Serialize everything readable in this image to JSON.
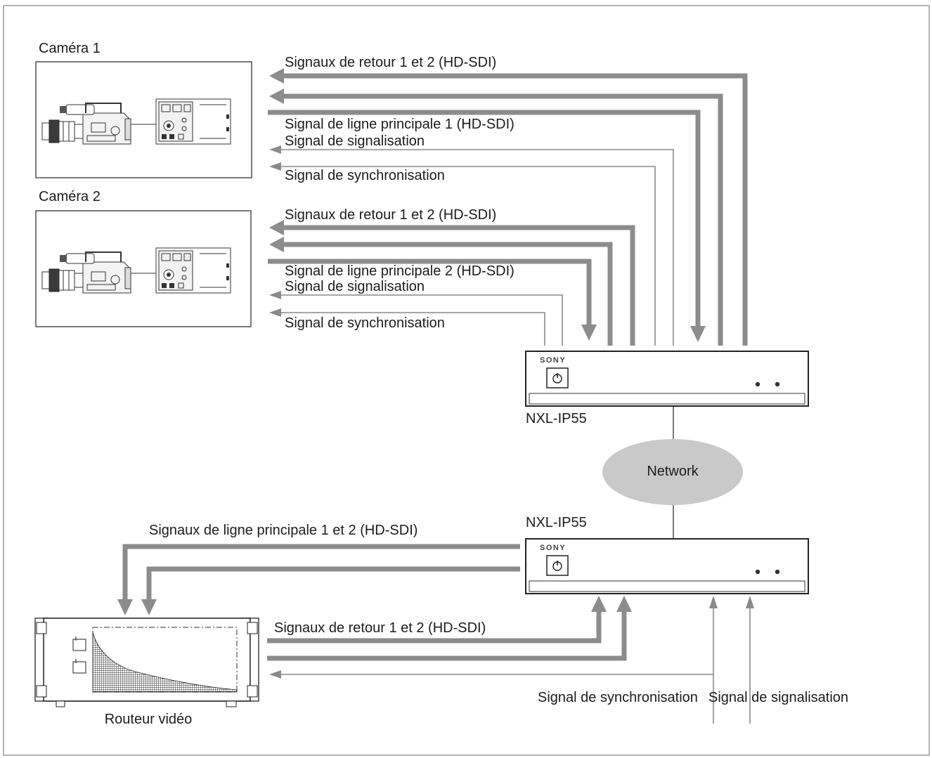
{
  "cameras": [
    {
      "label": "Caméra 1"
    },
    {
      "label": "Caméra 2"
    }
  ],
  "camera1_signals": {
    "return": "Signaux de retour 1 et 2 (HD-SDI)",
    "main_line": "Signal de ligne principale 1 (HD-SDI)",
    "tally": "Signal de signalisation",
    "sync": "Signal de synchronisation"
  },
  "camera2_signals": {
    "return": "Signaux de retour 1 et 2 (HD-SDI)",
    "main_line": "Signal de ligne principale 2 (HD-SDI)",
    "tally": "Signal de signalisation",
    "sync": "Signal de synchronisation"
  },
  "devices": {
    "upper": {
      "model": "NXL-IP55",
      "logo": "SONY"
    },
    "lower": {
      "model": "NXL-IP55",
      "logo": "SONY"
    }
  },
  "network": {
    "label": "Network"
  },
  "router": {
    "label": "Routeur vidéo",
    "main_lines": "Signaux de ligne principale 1 et 2 (HD-SDI)",
    "return": "Signaux de retour 1 et 2 (HD-SDI)"
  },
  "inputs": {
    "sync": "Signal de synchronisation",
    "tally": "Signal de signalisation"
  },
  "colors": {
    "arrow": "#8c8c8c",
    "thin": "#8a8a8a",
    "network_fill": "#c9c9c9",
    "text": "#1c1c1c",
    "frame": "#8a8a8a"
  }
}
